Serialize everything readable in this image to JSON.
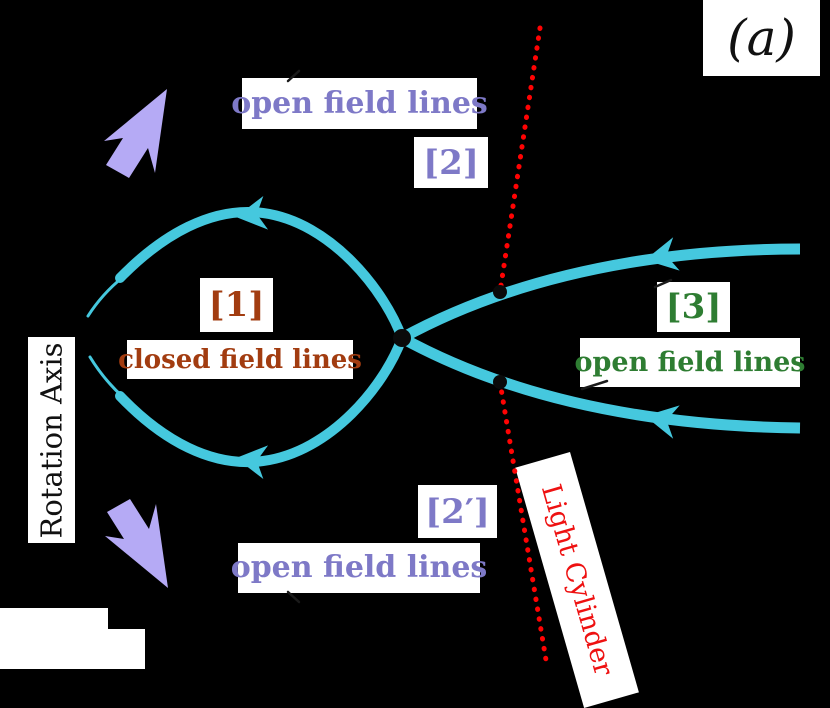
{
  "colors": {
    "background": "#000000",
    "box": "#ffffff",
    "cyan": "#45c8de",
    "purple": "#7e79c7",
    "brown": "#a23c10",
    "green": "#2e7d32",
    "red": "#ee1111",
    "red-dot": "#ff0303",
    "lavender": "#b5aaf5",
    "ink": "#111111"
  },
  "panel": {
    "tag": "(a)"
  },
  "axis": {
    "rotation_axis": "Rotation Axis"
  },
  "regions": {
    "r1": {
      "ref": "[1]",
      "caption": "closed field lines"
    },
    "r2": {
      "ref": "[2]",
      "caption": "open field lines"
    },
    "r2p": {
      "ref": "[2′]",
      "caption": "open field lines"
    },
    "r3": {
      "ref": "[3]",
      "caption": "open field lines"
    }
  },
  "light_cylinder": {
    "label": "Light Cylinder"
  }
}
